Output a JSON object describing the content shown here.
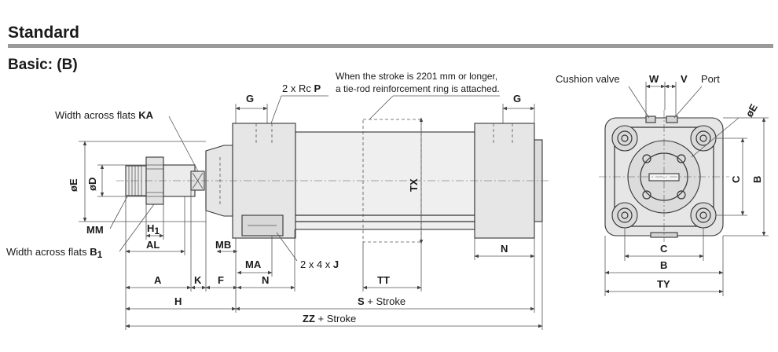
{
  "heading": "Standard",
  "subheading": "Basic: (B)",
  "note": {
    "line1": "When the stroke is 2201 mm or longer,",
    "line2": "a tie-rod reinforcement ring is attached."
  },
  "labels": {
    "width_across_flats_ka_text": "Width across flats",
    "ka": "KA",
    "width_across_flats_b1_text": "Width across flats",
    "b1": "B",
    "b1_sub": "1",
    "g_left": "G",
    "g_right": "G",
    "rc_prefix": "2 x Rc",
    "p": "P",
    "phi_e_left": "øE",
    "phi_d": "øD",
    "mm": "MM",
    "h1": "H",
    "h1_sub": "1",
    "al": "AL",
    "mb": "MB",
    "ma": "MA",
    "j_prefix": "2 x 4 x",
    "j": "J",
    "tx": "TX",
    "n_left": "N",
    "n_right": "N",
    "tt": "TT",
    "a": "A",
    "k": "K",
    "f": "F",
    "h": "H",
    "s": "S",
    "plus_stroke_s": "+ Stroke",
    "zz": "ZZ",
    "plus_stroke_zz": "+ Stroke",
    "cushion_valve": "Cushion valve",
    "w": "W",
    "v": "V",
    "port": "Port",
    "phi_e_right": "øE",
    "c_vert": "C",
    "b_vert": "B",
    "c_horiz": "C",
    "b_horiz": "B",
    "ty": "TY"
  },
  "colors": {
    "line": "#333333",
    "body_fill": "#ececec",
    "text": "#1a1a1a",
    "rule": "#9a9a9a"
  }
}
